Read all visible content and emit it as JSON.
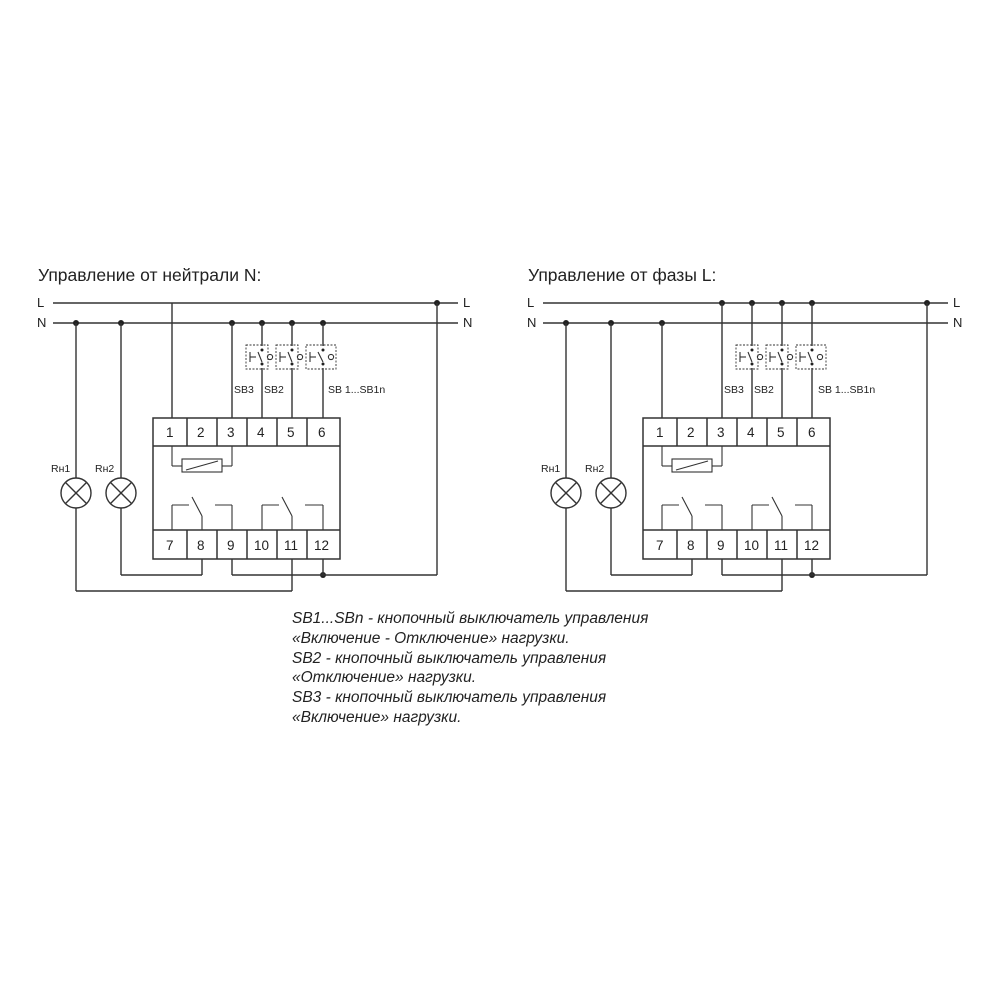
{
  "diagrams": [
    {
      "title": "Управление от нейтрали N:",
      "line_L": "L",
      "line_N": "N",
      "loads": [
        "Rн1",
        "Rн2"
      ],
      "switch_labels": [
        "SB3",
        "SB2",
        "SB 1...SB1n"
      ],
      "terminals_top": [
        "1",
        "2",
        "3",
        "4",
        "5",
        "6"
      ],
      "terminals_bottom": [
        "7",
        "8",
        "9",
        "10",
        "11",
        "12"
      ]
    },
    {
      "title": "Управление от фазы L:",
      "line_L": "L",
      "line_N": "N",
      "loads": [
        "Rн1",
        "Rн2"
      ],
      "switch_labels": [
        "SB3",
        "SB2",
        "SB 1...SB1n"
      ],
      "terminals_top": [
        "1",
        "2",
        "3",
        "4",
        "5",
        "6"
      ],
      "terminals_bottom": [
        "7",
        "8",
        "9",
        "10",
        "11",
        "12"
      ]
    }
  ],
  "caption": [
    "SB1...SBn - кнопочный выключатель управления",
    "«Включение - Отключение» нагрузки.",
    "SB2 - кнопочный выключатель управления",
    "«Отключение» нагрузки.",
    "SB3 - кнопочный выключатель управления",
    "«Включение» нагрузки."
  ]
}
